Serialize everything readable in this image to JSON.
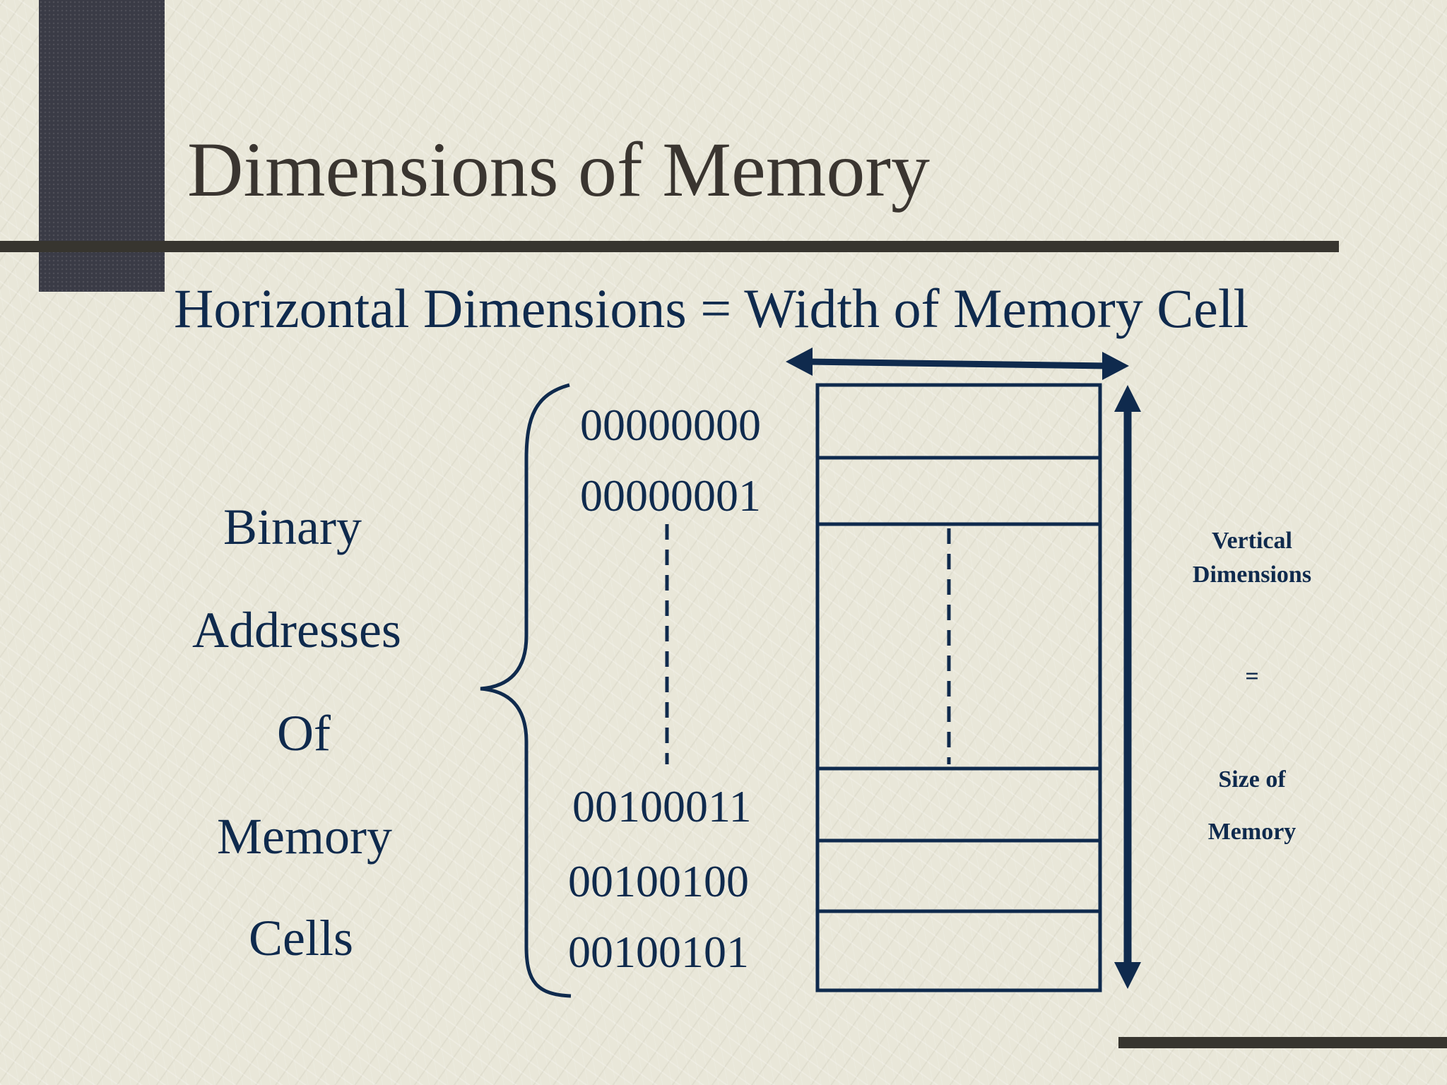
{
  "slide": {
    "title": "Dimensions of Memory",
    "subtitle": "Horizontal Dimensions = Width of Memory Cell"
  },
  "left_label": {
    "line1": "Binary",
    "line2": "Addresses",
    "line3": "Of",
    "line4": "Memory",
    "line5": "Cells"
  },
  "addresses": {
    "top": [
      "00000000",
      "00000001"
    ],
    "bottom": [
      "00100011",
      "00100100",
      "00100101"
    ]
  },
  "right_label": {
    "line1": "Vertical",
    "line2": "Dimensions",
    "line3": "=",
    "line4": "Size of",
    "line5": "Memory"
  },
  "colors": {
    "ink": "#0f2a4d",
    "title_text": "#3a3530",
    "rule": "#37352f",
    "side_block": "#3a3b46",
    "background": "#e9e7d9"
  }
}
